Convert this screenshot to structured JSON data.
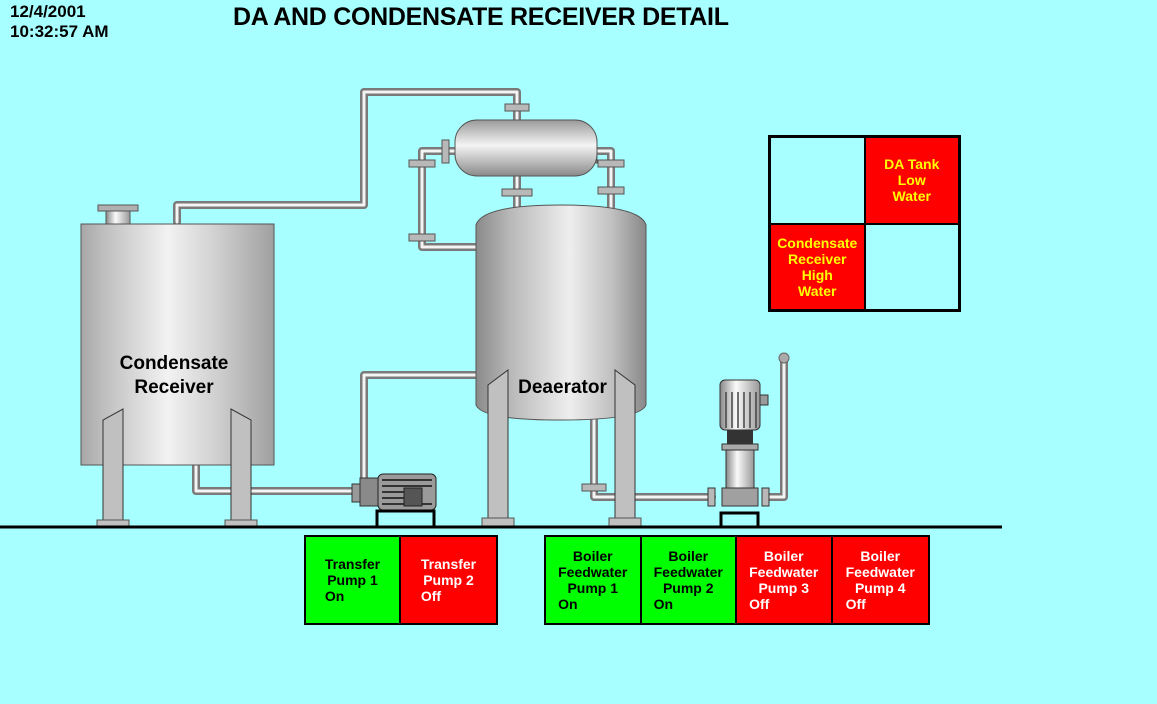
{
  "header": {
    "date": "12/4/2001",
    "time": "10:32:57 AM",
    "title": "DA AND CONDENSATE RECEIVER DETAIL"
  },
  "equipment": {
    "condensate_receiver_label": "Condensate\nReceiver",
    "deaerator_label": "Deaerator"
  },
  "alarms": [
    {
      "id": "blank-1",
      "text": "",
      "active": false
    },
    {
      "id": "da-tank-low-water",
      "text": "DA Tank\nLow\nWater",
      "active": true
    },
    {
      "id": "condensate-receiver-high-water",
      "text": "Condensate\nReceiver\nHigh\nWater",
      "active": true
    },
    {
      "id": "blank-2",
      "text": "",
      "active": false
    }
  ],
  "transfer_pumps": [
    {
      "name": "Transfer\nPump 1",
      "state": "On"
    },
    {
      "name": "Transfer\nPump 2",
      "state": "Off"
    }
  ],
  "feedwater_pumps": [
    {
      "name": "Boiler\nFeedwater\nPump 1",
      "state": "On"
    },
    {
      "name": "Boiler\nFeedwater\nPump 2",
      "state": "On"
    },
    {
      "name": "Boiler\nFeedwater\nPump 3",
      "state": "Off"
    },
    {
      "name": "Boiler\nFeedwater\nPump 4",
      "state": "Off"
    }
  ],
  "colors": {
    "background": "#a8ffff",
    "on": "#00ff00",
    "off": "#ff0000",
    "alarm_active": "#ff0000",
    "alarm_text": "#ffff00",
    "alarm_inactive": "#a8ffff",
    "on_text": "#000000",
    "off_text": "#ffffff"
  }
}
